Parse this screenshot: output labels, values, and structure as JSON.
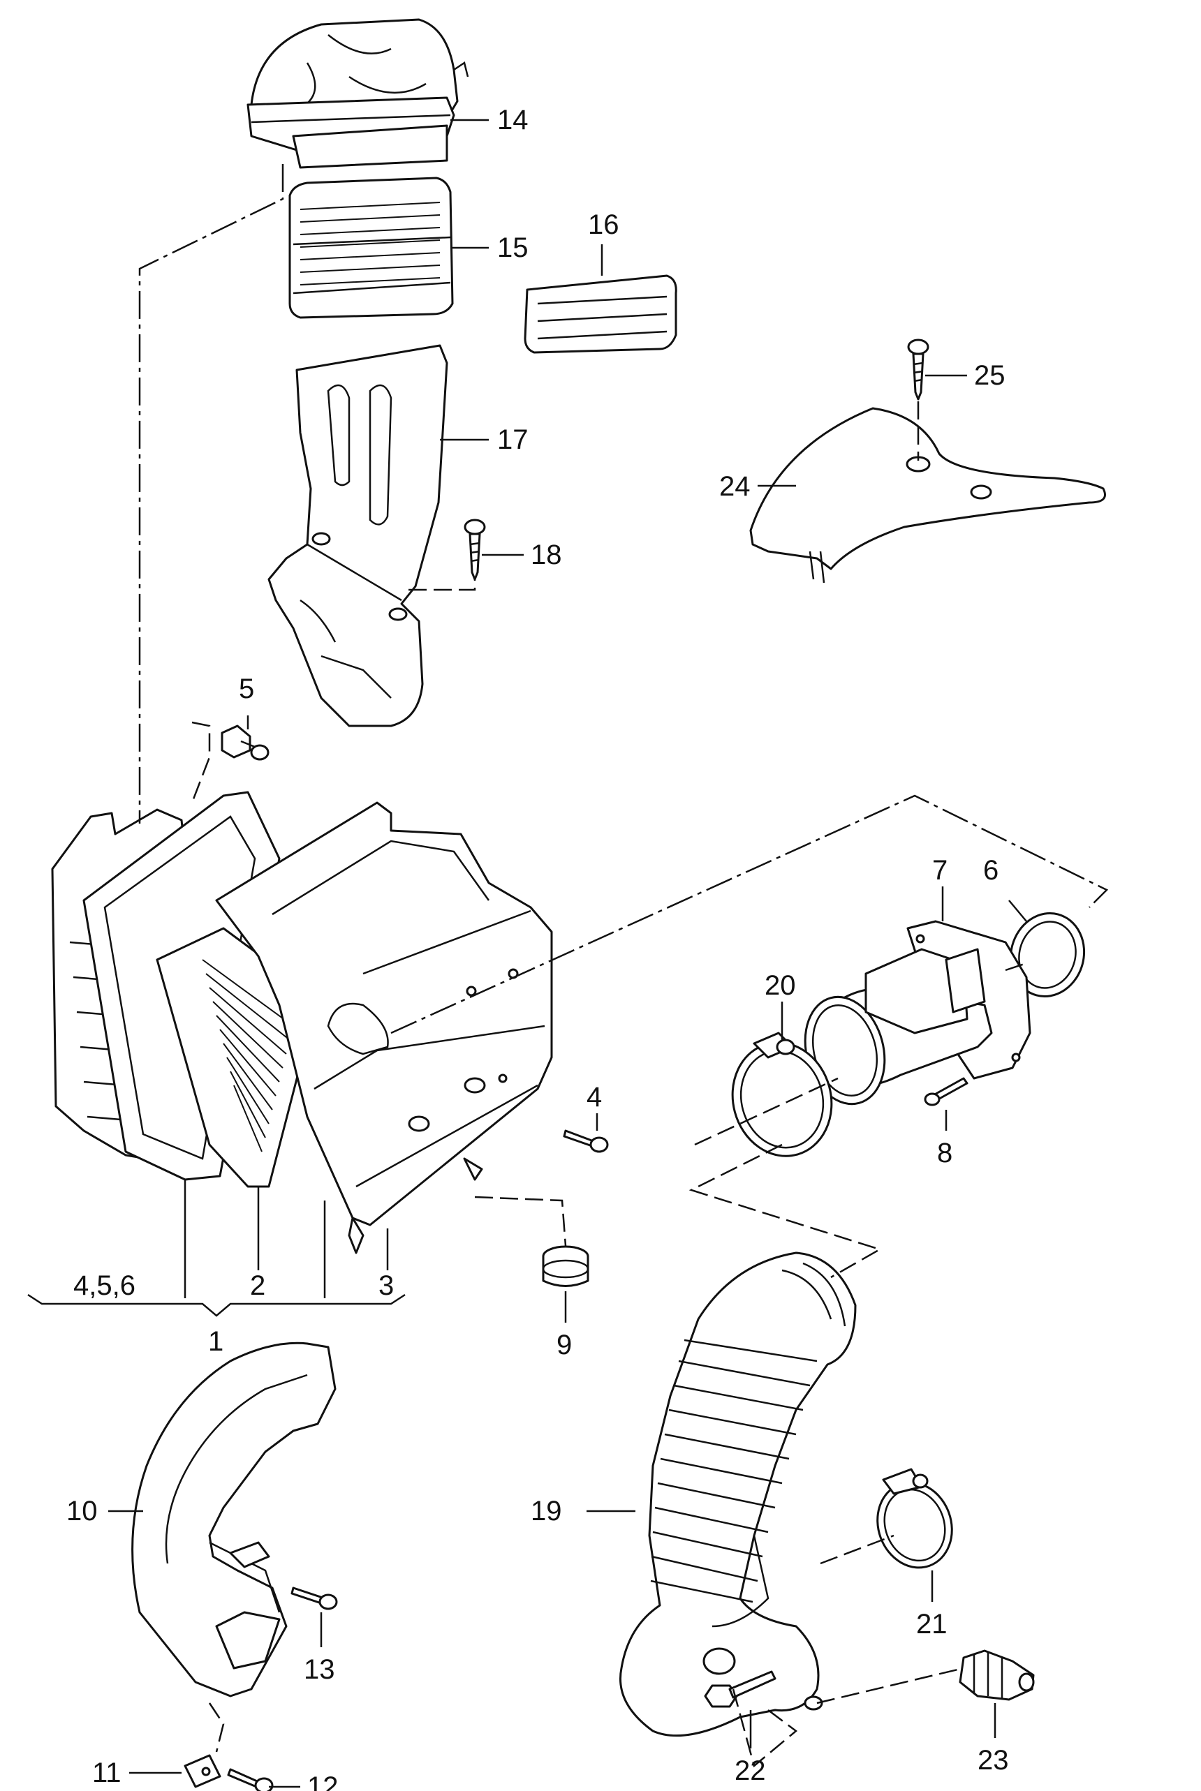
{
  "callouts": [
    {
      "id": "c1",
      "label": "1"
    },
    {
      "id": "c2",
      "label": "2"
    },
    {
      "id": "c3",
      "label": "3"
    },
    {
      "id": "c456",
      "label": "4,5,6"
    },
    {
      "id": "c4",
      "label": "4"
    },
    {
      "id": "c5",
      "label": "5"
    },
    {
      "id": "c6",
      "label": "6"
    },
    {
      "id": "c7",
      "label": "7"
    },
    {
      "id": "c8",
      "label": "8"
    },
    {
      "id": "c9",
      "label": "9"
    },
    {
      "id": "c10",
      "label": "10"
    },
    {
      "id": "c11",
      "label": "11"
    },
    {
      "id": "c12",
      "label": "12"
    },
    {
      "id": "c13",
      "label": "13"
    },
    {
      "id": "c14",
      "label": "14"
    },
    {
      "id": "c15",
      "label": "15"
    },
    {
      "id": "c16",
      "label": "16"
    },
    {
      "id": "c17",
      "label": "17"
    },
    {
      "id": "c18",
      "label": "18"
    },
    {
      "id": "c19",
      "label": "19"
    },
    {
      "id": "c20",
      "label": "20"
    },
    {
      "id": "c21",
      "label": "21"
    },
    {
      "id": "c22",
      "label": "22"
    },
    {
      "id": "c23",
      "label": "23"
    },
    {
      "id": "c24",
      "label": "24"
    },
    {
      "id": "c25",
      "label": "25"
    }
  ]
}
